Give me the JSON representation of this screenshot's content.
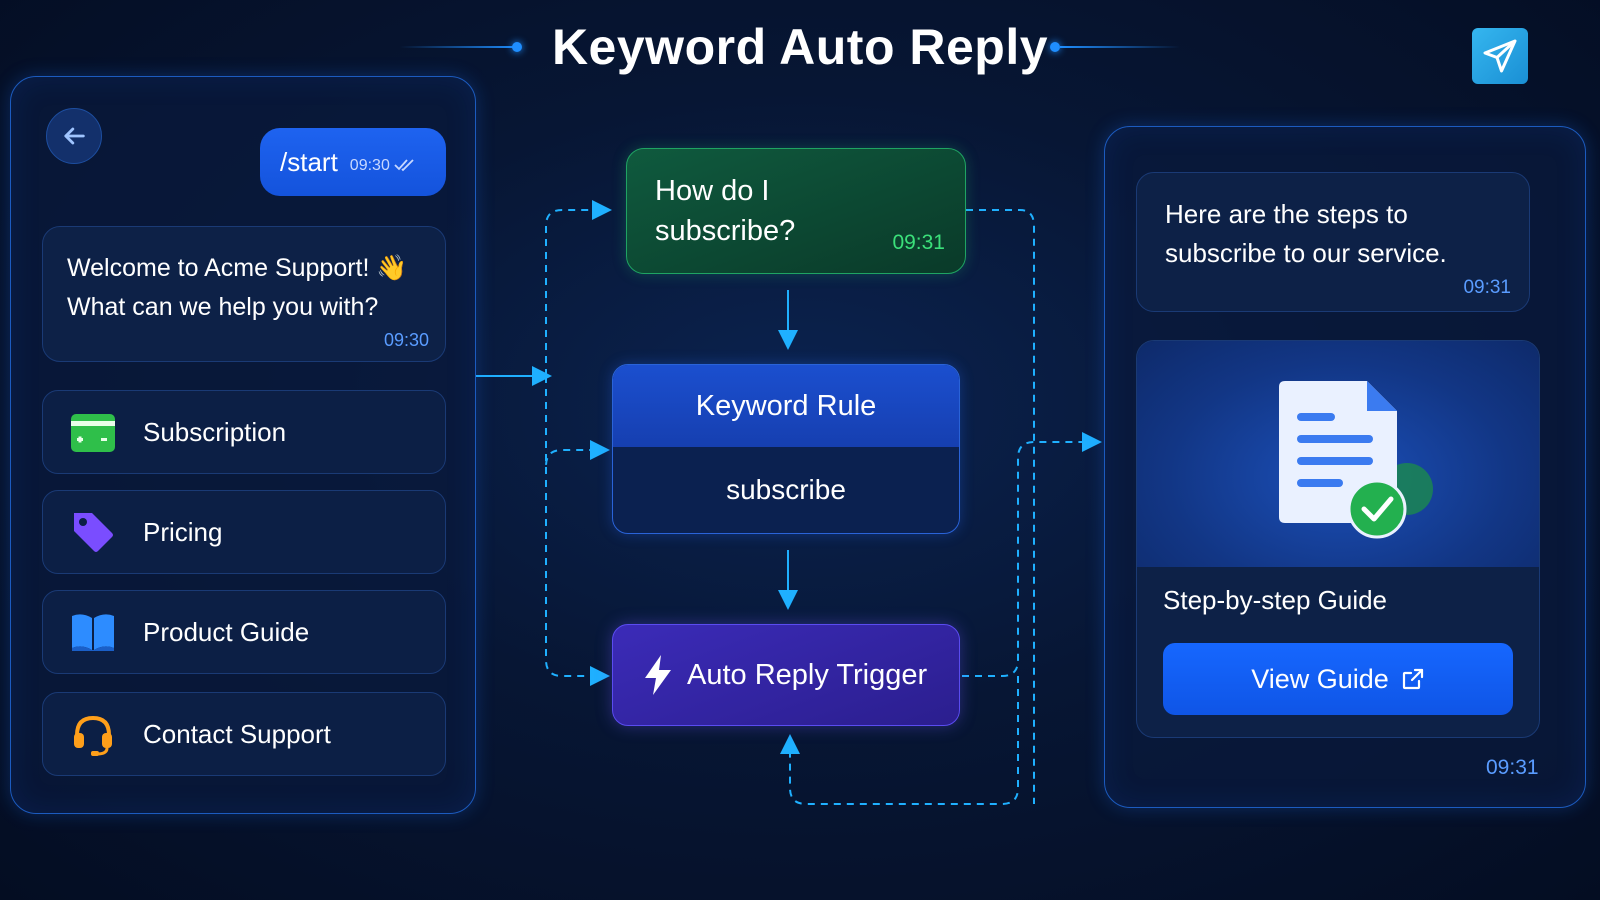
{
  "header": {
    "title": "Keyword Auto Reply",
    "logo_icon": "telegram-send-icon"
  },
  "chat": {
    "back_icon": "arrow-left-icon",
    "start_message": {
      "text": "/start",
      "time": "09:30",
      "status_icon": "double-check-icon"
    },
    "welcome_message": {
      "line1": "Welcome to Acme Support! 👋",
      "line2": "What can we help you with?",
      "time": "09:30"
    },
    "menu": [
      {
        "label": "Subscription",
        "icon": "credit-card-icon",
        "color": "#2fbf4a"
      },
      {
        "label": "Pricing",
        "icon": "price-tag-icon",
        "color": "#7a4dff"
      },
      {
        "label": "Product Guide",
        "icon": "open-book-icon",
        "color": "#2d8cff"
      },
      {
        "label": "Contact Support",
        "icon": "headset-icon",
        "color": "#ff9f1a"
      }
    ]
  },
  "flow": {
    "question": {
      "line1": "How do I",
      "line2": "subscribe?",
      "time": "09:31"
    },
    "rule": {
      "title": "Keyword Rule",
      "keyword": "subscribe"
    },
    "trigger": {
      "label": "Auto Reply Trigger",
      "icon": "lightning-icon"
    }
  },
  "reply": {
    "message": {
      "line1": "Here are the steps to",
      "line2": "subscribe to our service.",
      "time": "09:31"
    },
    "card": {
      "image_icon": "document-check-icon",
      "title": "Step-by-step Guide",
      "button_label": "View Guide",
      "button_icon": "external-link-icon",
      "time": "09:31"
    }
  },
  "colors": {
    "accent": "#1f8eff",
    "green": "#1fa463",
    "purple": "#5a4cf0",
    "background": "#071634"
  }
}
